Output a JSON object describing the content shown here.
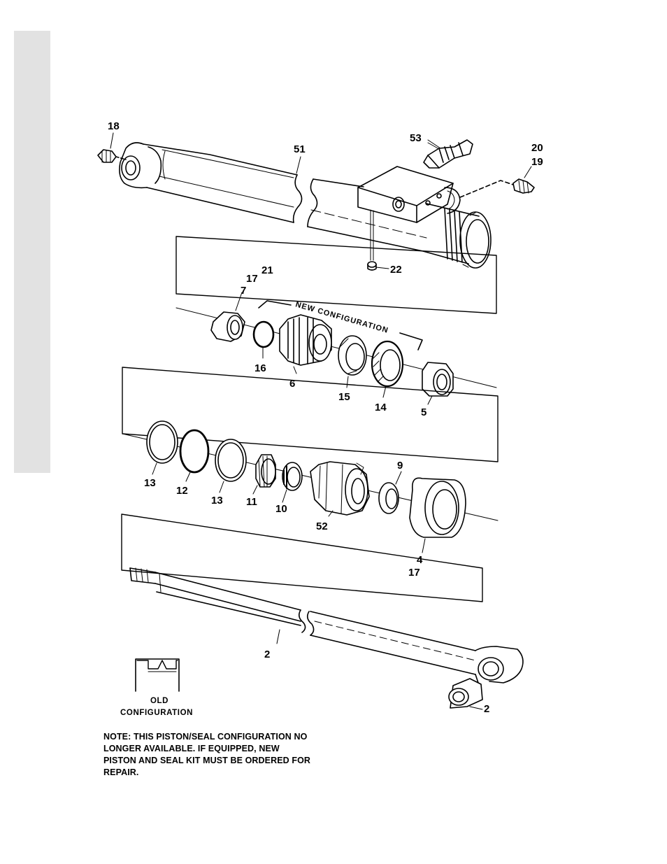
{
  "callouts": {
    "c18": "18",
    "c51": "51",
    "c53": "53",
    "c20": "20",
    "c19": "19",
    "c22": "22",
    "c21": "21",
    "c17a": "17",
    "c7": "7",
    "c16": "16",
    "c6": "6",
    "c15": "15",
    "c14": "14",
    "c5": "5",
    "c13a": "13",
    "c12": "12",
    "c13b": "13",
    "c11": "11",
    "c10": "10",
    "c52": "52",
    "c9": "9",
    "c4": "4",
    "c17b": "17",
    "c2a": "2",
    "c2b": "2"
  },
  "labels": {
    "new_configuration": "NEW CONFIGURATION",
    "old_line1": "OLD",
    "old_line2": "CONFIGURATION"
  },
  "note": {
    "line1": "NOTE: THIS PISTON/SEAL CONFIGURATION NO",
    "line2": "LONGER AVAILABLE. IF EQUIPPED, NEW",
    "line3": "PISTON AND SEAL KIT MUST BE ORDERED FOR",
    "line4": "REPAIR."
  }
}
